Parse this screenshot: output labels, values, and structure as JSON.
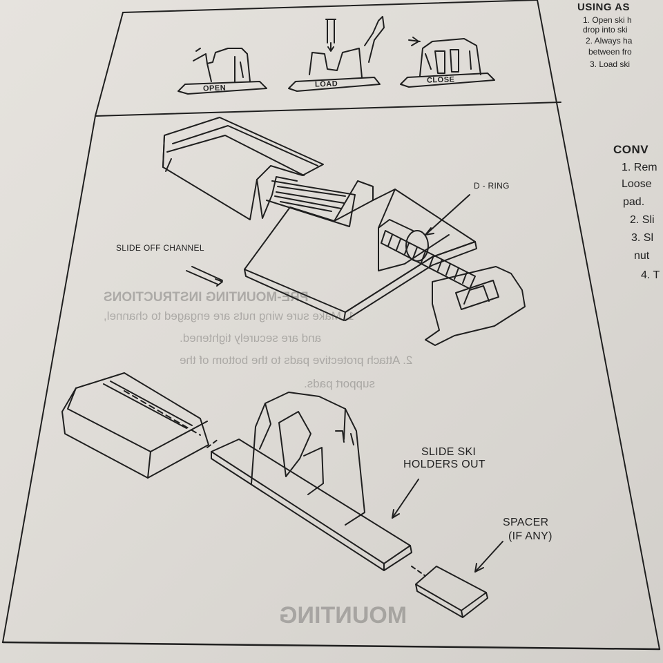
{
  "panel_top": {
    "step_open": "OPEN",
    "step_load": "LOAD",
    "step_close": "CLOSE"
  },
  "panel_mid": {
    "d_ring": "D - RING",
    "slide_off": "SLIDE OFF CHANNEL"
  },
  "panel_bottom": {
    "slide_holders_l1": "SLIDE SKI",
    "slide_holders_l2": "HOLDERS OUT",
    "spacer_l1": "SPACER",
    "spacer_l2": "(IF ANY)"
  },
  "right_column": {
    "using_heading": "USING AS",
    "using_line1": "1. Open ski h",
    "using_line2": "drop into ski",
    "using_line3": "2. Always ha",
    "using_line4": "between fro",
    "using_line5": "3. Load ski",
    "conv_heading": "CONV",
    "conv_line1": "1. Rem",
    "conv_line2": "Loose",
    "conv_line3": "pad.",
    "conv_line4": "2. Sli",
    "conv_line5": "3. Sl",
    "conv_line6": "nut",
    "conv_line7": "4. T"
  },
  "bleed_through": {
    "heading": "PRE-MOUNTING INSTRUCTIONS",
    "line1": "1. Make sure wing nuts are engaged to channel,",
    "line2": "and are securely tightened.",
    "line3": "2. Attach protective pads to the bottom of the",
    "line4": "support pads.",
    "mounting": "MOUNTING"
  },
  "colors": {
    "paper": "#e3e0db",
    "ink": "#1d1d1d",
    "ghost_ink": "#5a5a5a"
  }
}
